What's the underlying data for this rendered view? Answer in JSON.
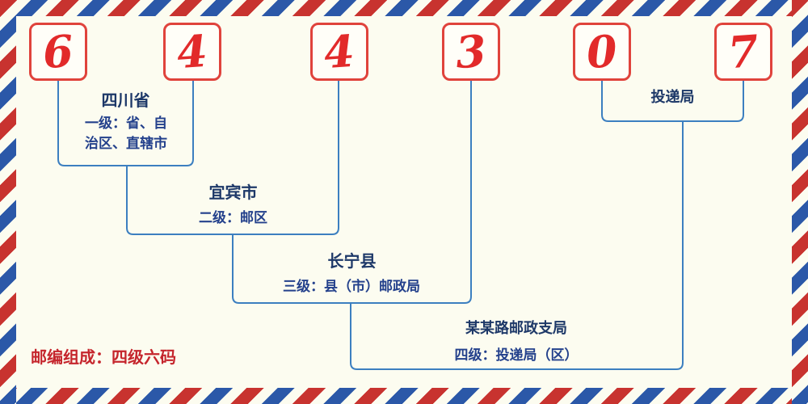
{
  "postal": {
    "digits": [
      "6",
      "4",
      "4",
      "3",
      "0",
      "7"
    ]
  },
  "levels": {
    "level1": {
      "place": "四川省",
      "desc": "一级：省、自治区、直辖市"
    },
    "level2": {
      "place": "宜宾市",
      "desc": "二级：邮区"
    },
    "level3": {
      "place": "长宁县",
      "desc": "三级：县（市）邮政局"
    },
    "level4": {
      "place": "某某路邮政支局",
      "desc": "四级：投递局（区）"
    },
    "delivery": {
      "place": "投递局"
    }
  },
  "footer": {
    "note": "邮编组成：四级六码"
  },
  "colors": {
    "digit_red": "#e22a2a",
    "box_border_red": "#e0433c",
    "line_blue": "#3c7fc0",
    "label_navy": "#1d3868",
    "desc_blue": "#24418c",
    "note_red": "#c5252c",
    "stripe_red": "#c8332f",
    "stripe_blue": "#2b58a8",
    "background": "#fcfcf0"
  }
}
